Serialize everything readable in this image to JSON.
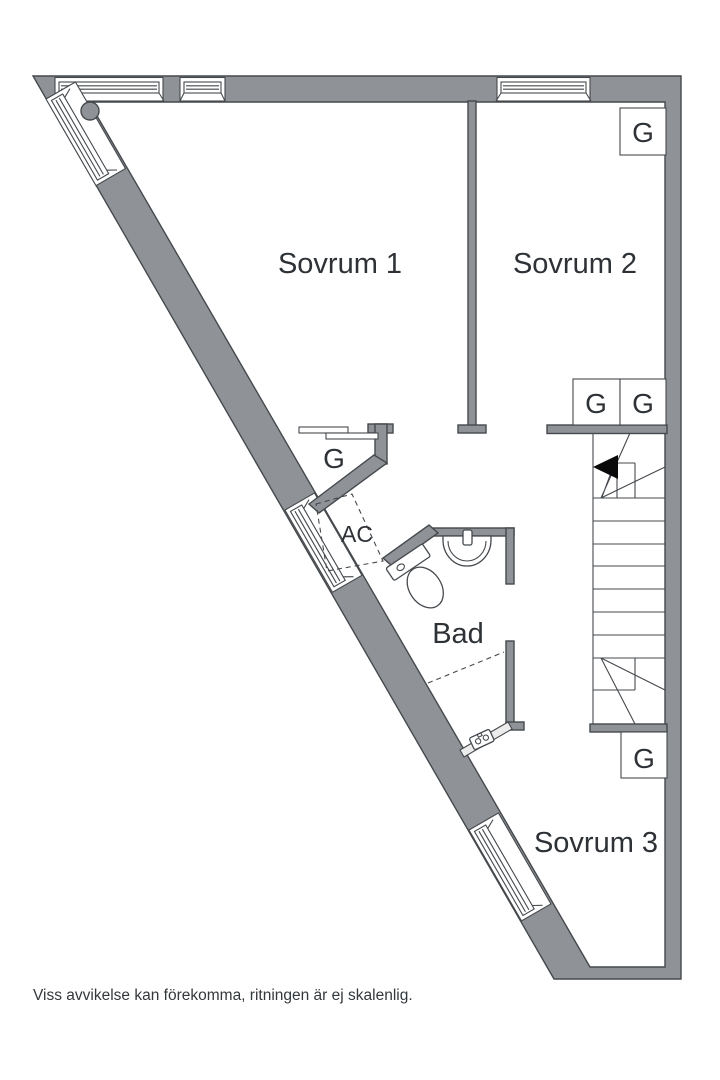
{
  "colors": {
    "wall": "#8f9397",
    "outline": "#45494d",
    "text": "#2e3236",
    "background": "#ffffff",
    "stair_arrow": "#0a0a0a"
  },
  "rooms": {
    "bedroom1": "Sovrum 1",
    "bedroom2": "Sovrum 2",
    "bedroom3": "Sovrum 3",
    "bathroom": "Bad"
  },
  "units": {
    "ac": "AC"
  },
  "wardrobes": {
    "bedroom1": "G",
    "bedroom2": "G",
    "hall_left": "G",
    "hall_right": "G",
    "bedroom3": "G"
  },
  "footer": {
    "disclaimer": "Viss avvikelse kan förekomma, ritningen är ej skalenlig."
  }
}
